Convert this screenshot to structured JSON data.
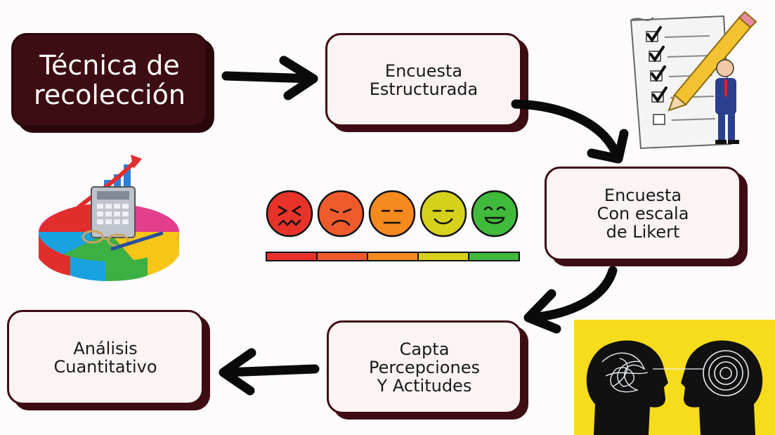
{
  "boxes": {
    "technique": "Técnica de\nrecolección",
    "structured": "Encuesta\nEstructurada",
    "likert": "Encuesta\nCon escala\nde Likert",
    "perceptions": "Capta\nPercepciones\nY Actitudes",
    "analysis": "Análisis\nCuantitativo"
  },
  "illustrations": {
    "checklist": "checklist-with-pencil-illustration",
    "finance": "pie-chart-calculator-illustration",
    "heads": "two-heads-illustration",
    "faces": [
      "very-dissatisfied-face",
      "dissatisfied-face",
      "neutral-face",
      "satisfied-face",
      "very-satisfied-face"
    ],
    "scale_colors": [
      "#e8332a",
      "#ef5a2c",
      "#f58a1f",
      "#d6d21c",
      "#3fba3b"
    ]
  }
}
